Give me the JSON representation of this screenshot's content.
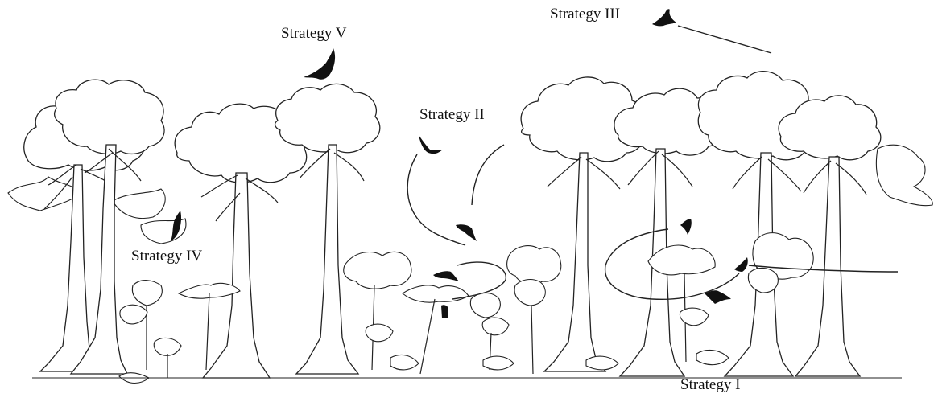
{
  "labels": {
    "strategy_v": "Strategy V",
    "strategy_iii": "Strategy III",
    "strategy_ii": "Strategy II",
    "strategy_iv": "Strategy IV",
    "strategy_i": "Strategy I"
  },
  "colors": {
    "ink": "#111111",
    "background": "#ffffff"
  }
}
